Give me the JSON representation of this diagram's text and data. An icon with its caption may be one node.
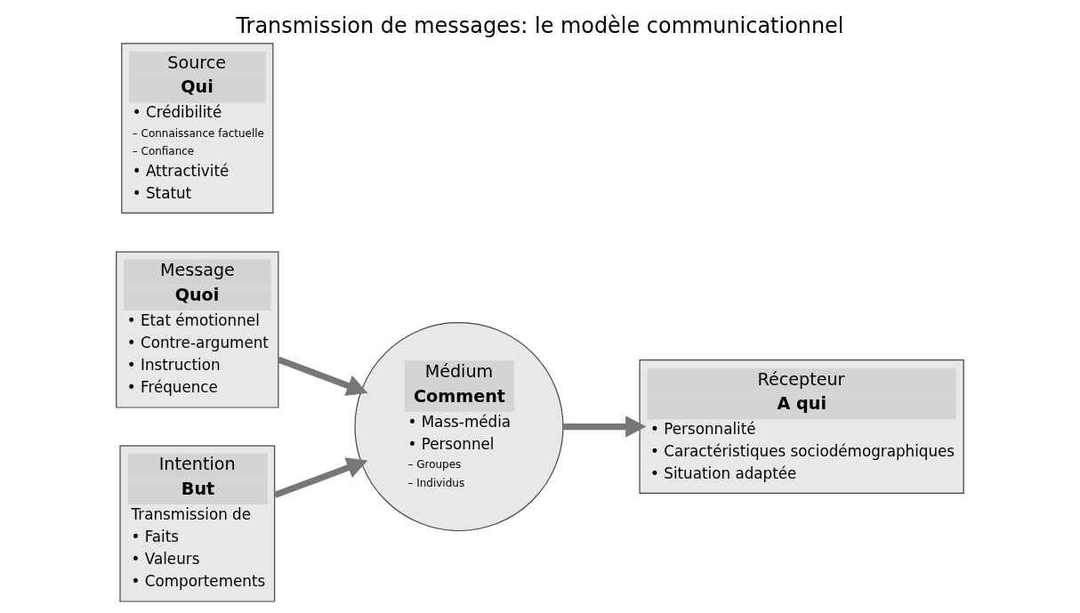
{
  "diagram": {
    "title": "Transmission de messages: le modèle communicationnel",
    "nodes": [
      {
        "text": [
          "Message",
          "Quoi",
          "• Etat émotionnel",
          "• Contre-argument",
          "• Instruction",
          "• Fréquence"
        ]
      },
      {
        "text": [
          "Source",
          "Qui",
          "• Crédibilité",
          "– Connaissance factuelle",
          "– Confiance",
          "• Attractivité",
          "• Statut"
        ]
      },
      {
        "text": [
          "Médium",
          "Comment",
          "• Mass-média",
          "• Personnel",
          "– Groupes",
          "– Individus"
        ]
      },
      {
        "text": [
          "Récepteur",
          "A qui",
          "• Personnalité",
          "• Caractéristiques sociodémographiques",
          "• Situation adaptée"
        ]
      },
      {
        "text": [
          "Intention",
          "But",
          "Transmission de",
          "• Faits",
          "• Valeurs",
          "• Comportements"
        ]
      }
    ],
    "edges": [
      {
        "from": 0,
        "to": 2,
        "arrow": "to"
      },
      {
        "from": 4,
        "to": 2,
        "arrow": "to"
      },
      {
        "from": 2,
        "to": 3,
        "arrow": "to"
      }
    ]
  }
}
